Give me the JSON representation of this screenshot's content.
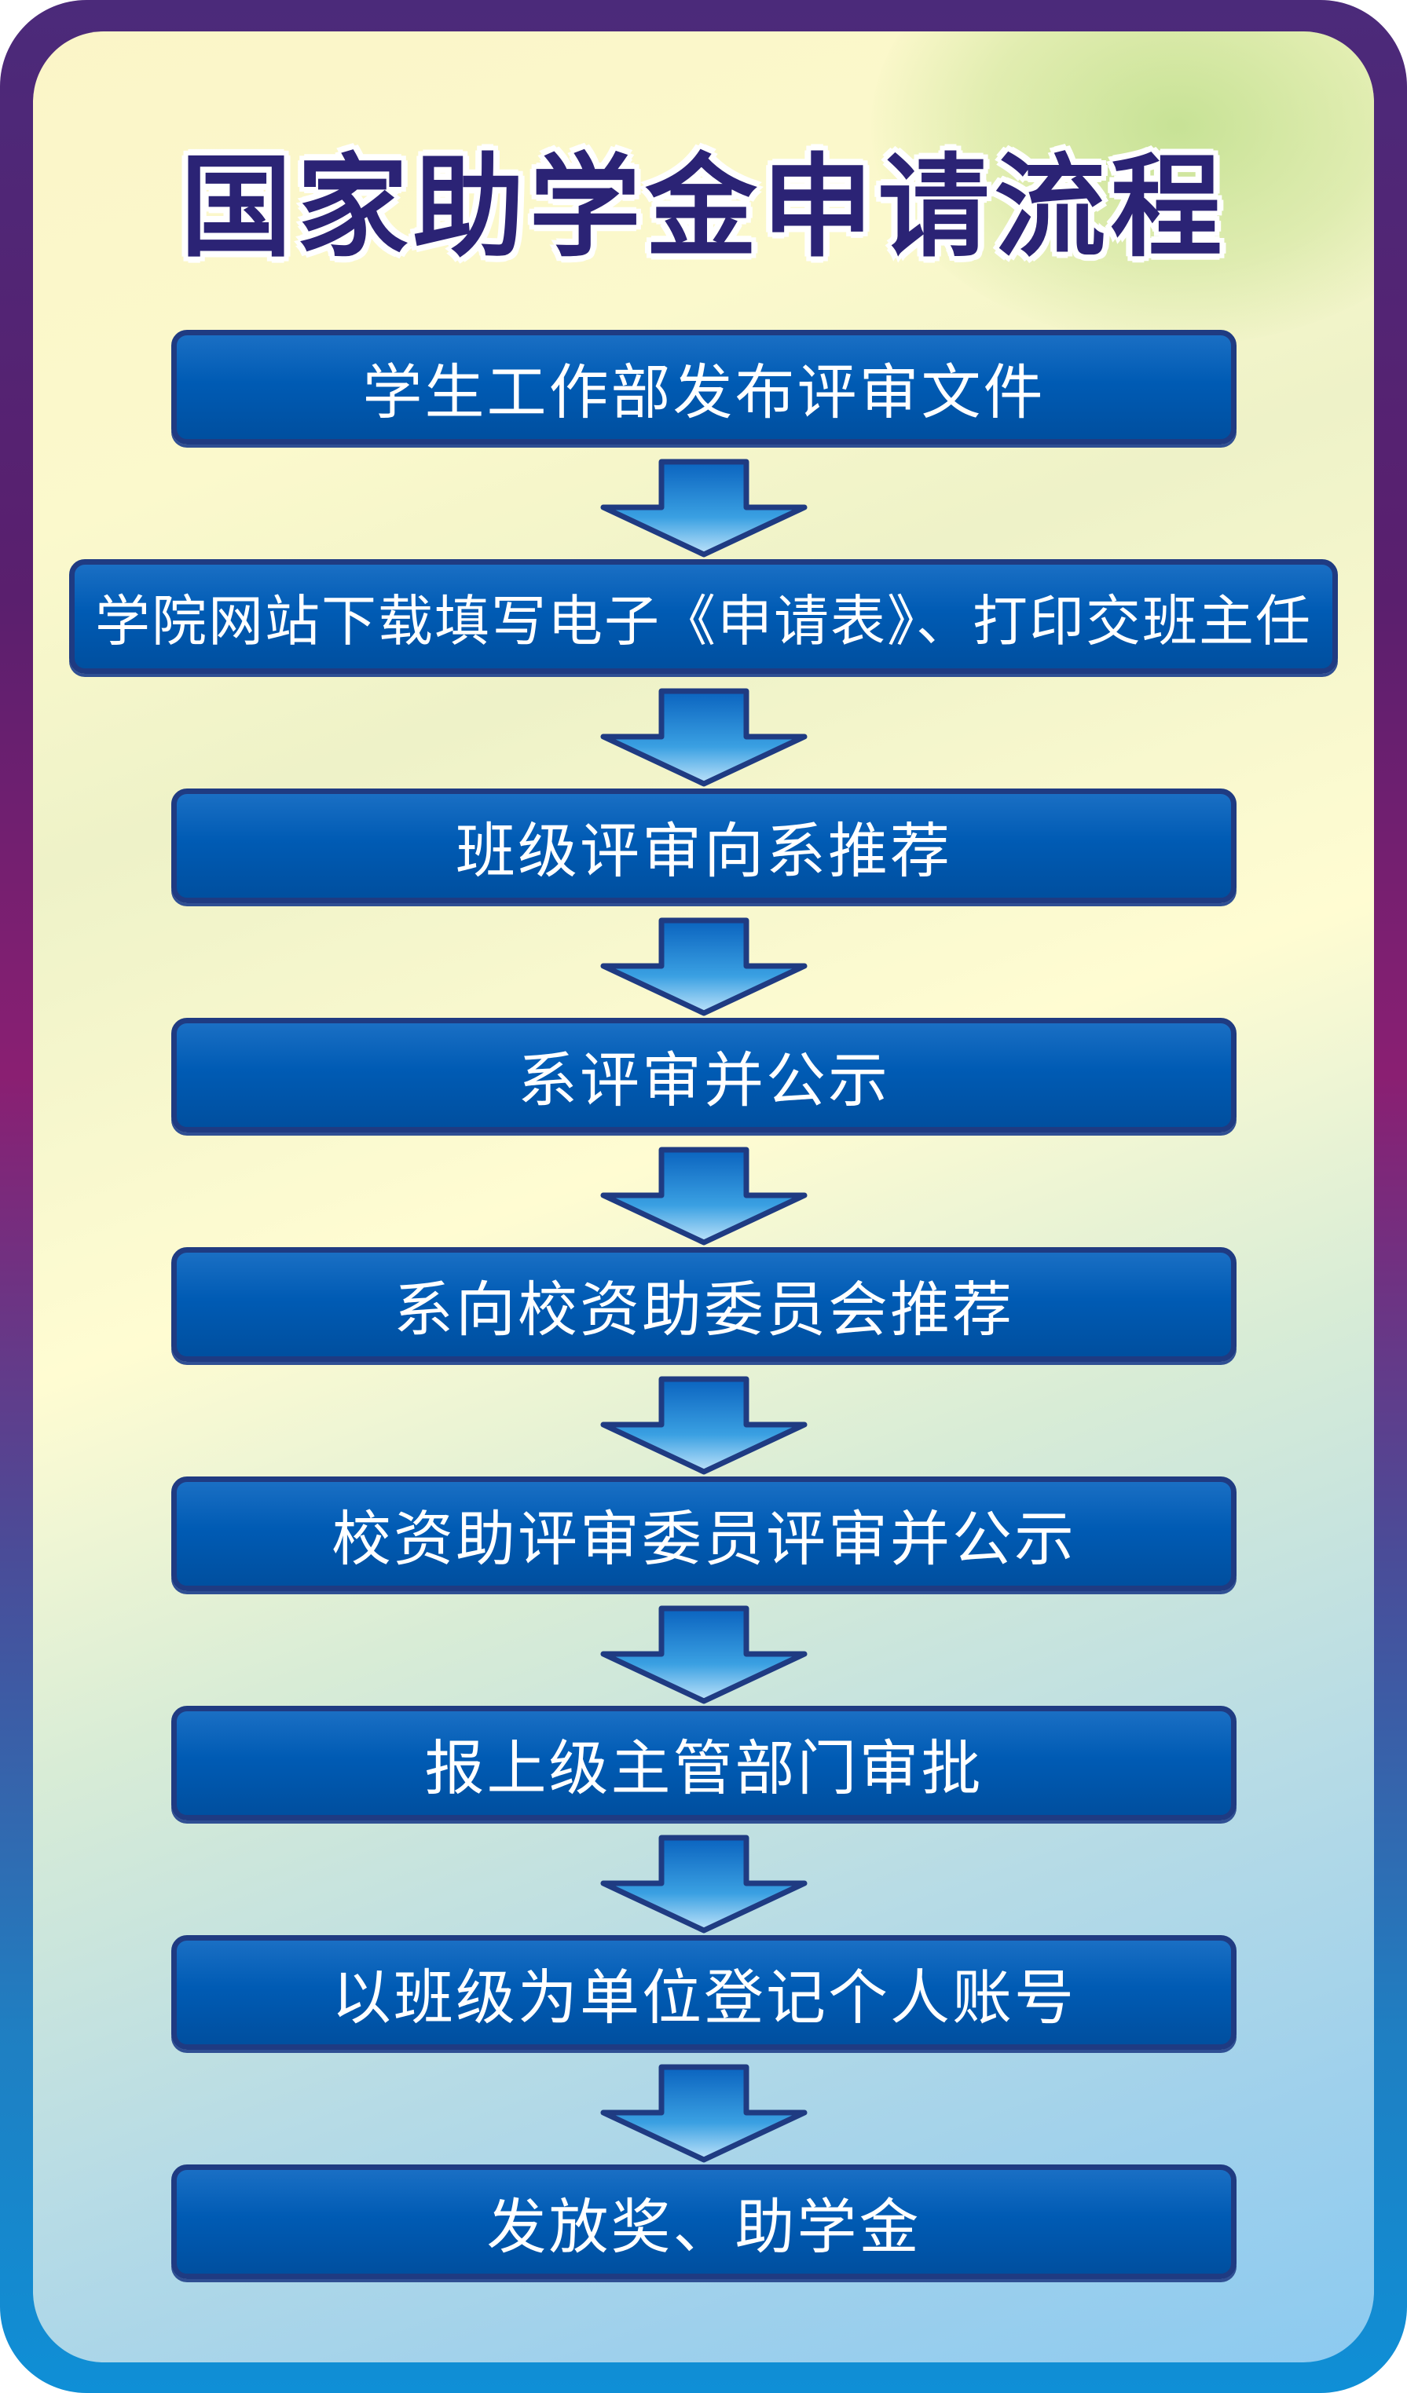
{
  "title": "国家助学金申请流程",
  "steps": [
    "学生工作部发布评审文件",
    "学院网站下载填写电子《申请表》、打印交班主任",
    "班级评审向系推荐",
    "系评审并公示",
    "系向校资助委员会推荐",
    "校资助评审委员评审并公示",
    "报上级主管部门审批",
    "以班级为单位登记个人账号",
    "发放奖、助学金"
  ],
  "colors": {
    "step_fill": "#005bb4",
    "step_border": "#1f3b82",
    "title_text": "#2b2375",
    "arrow_fill": "#2d8fd6"
  }
}
